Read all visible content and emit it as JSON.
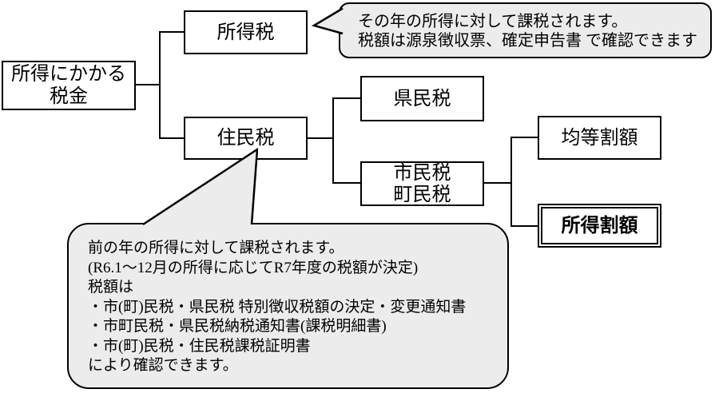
{
  "nodes": {
    "root": {
      "line1": "所得にかかる",
      "line2": "税金"
    },
    "income_tax": "所得税",
    "resident_tax": "住民税",
    "prefectural_tax": "県民税",
    "municipal_tax": {
      "line1": "市民税",
      "line2": "町民税"
    },
    "per_capita": "均等割額",
    "income_based": "所得割額"
  },
  "callouts": {
    "income_tax_note": {
      "line1": "その年の所得に対して課税されます。",
      "line2": "税額は源泉徴収票、確定申告書 で確認できます"
    },
    "resident_tax_note": {
      "lines": [
        "前の年の所得に対して課税されます。",
        "(R6.1～12月の所得に応じてR7年度の税額が決定)",
        "税額は",
        "・市(町)民税・県民税 特別徴収税額の決定・変更通知書",
        "・市町民税・県民税納税通知書(課税明細書)",
        "・市(町)民税・住民税課税証明書",
        "により確認できます。"
      ]
    }
  },
  "colors": {
    "callout_fill": "#ececec",
    "line": "#000000",
    "node_background": "#ffffff",
    "text": "#000000"
  }
}
